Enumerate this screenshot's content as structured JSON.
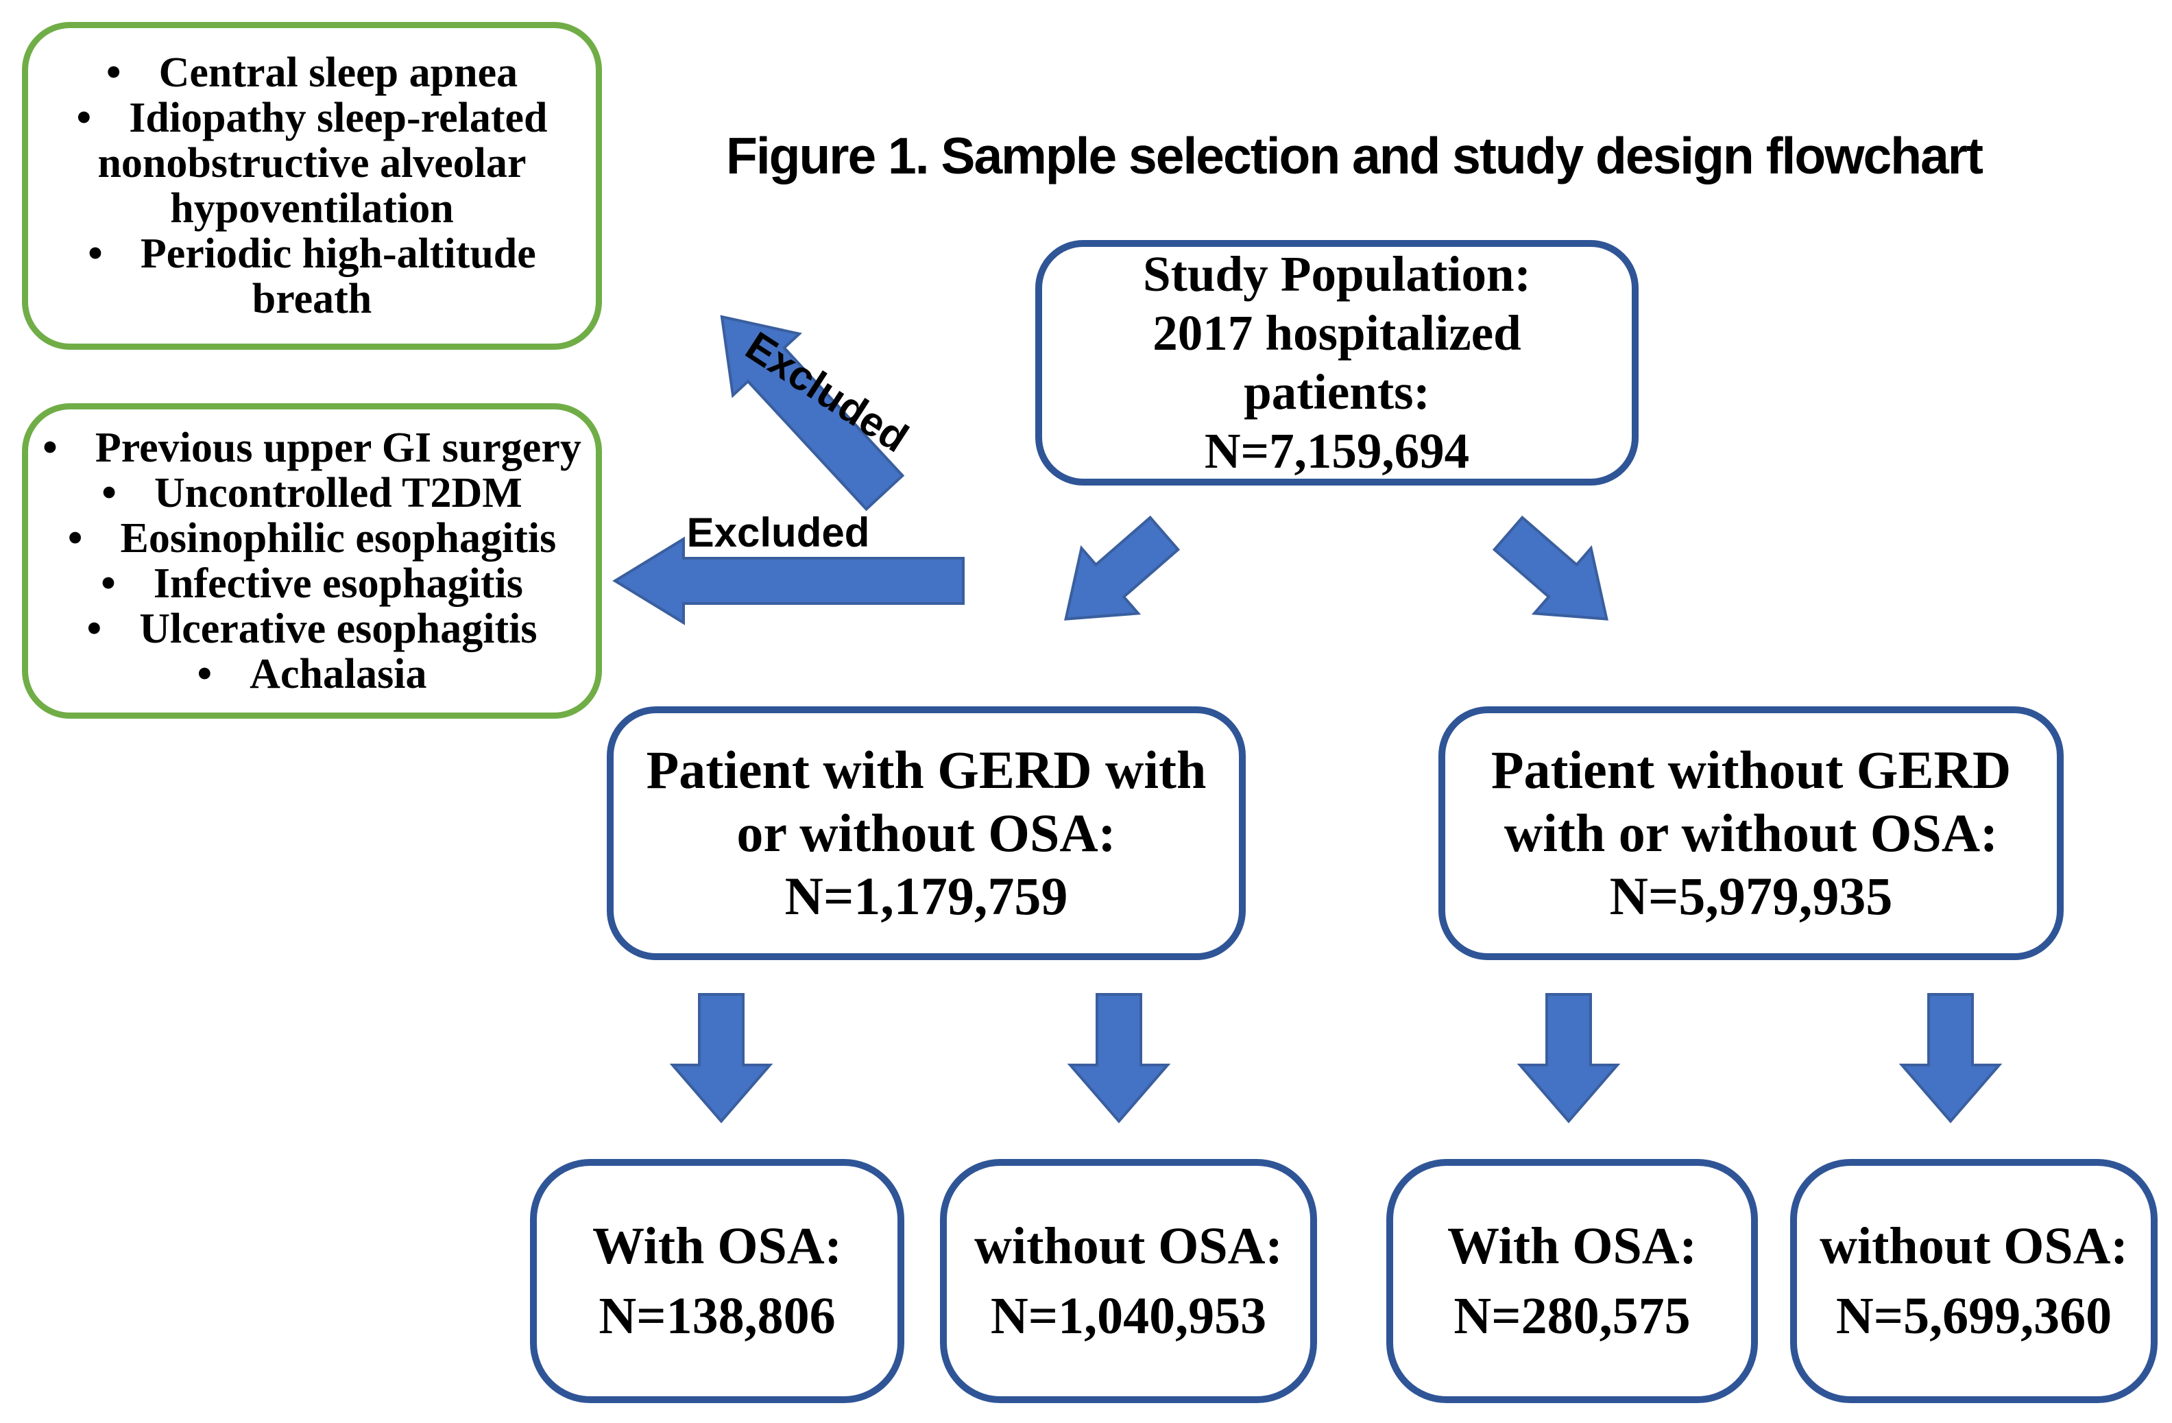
{
  "figure_title": "Figure 1. Sample selection and study design flowchart",
  "bullet_char": "•",
  "exclusion_box_top": {
    "lines": [
      "Central sleep apnea",
      "Idiopathy sleep-related",
      "nonobstructive alveolar",
      "hypoventilation",
      "Periodic high-altitude",
      "breath"
    ]
  },
  "exclusion_box_bottom": {
    "lines": [
      "Previous upper GI surgery",
      "Uncontrolled T2DM",
      "Eosinophilic esophagitis",
      "Infective esophagitis",
      "Ulcerative esophagitis",
      "Achalasia"
    ]
  },
  "excluded_label_diagonal": "Excluded",
  "excluded_label_horizontal": "Excluded",
  "boxes": {
    "study_population": {
      "lines": [
        "Study Population:",
        "2017 hospitalized",
        "patients:",
        "N=7,159,694"
      ]
    },
    "gerd": {
      "lines": [
        "Patient with GERD with",
        "or without OSA:",
        "N=1,179,759"
      ]
    },
    "no_gerd": {
      "lines": [
        "Patient without GERD",
        "with or without OSA:",
        "N=5,979,935"
      ]
    },
    "gerd_with_osa": {
      "lines": [
        "With OSA:",
        "N=138,806"
      ]
    },
    "gerd_without_osa": {
      "lines": [
        "without OSA:",
        "N=1,040,953"
      ]
    },
    "no_gerd_with_osa": {
      "lines": [
        "With OSA:",
        "N=280,575"
      ]
    },
    "no_gerd_without_osa": {
      "lines": [
        "without OSA:",
        "N=5,699,360"
      ]
    }
  },
  "colors": {
    "blue_border": "#2f5597",
    "green_border": "#70ad47",
    "arrow_fill": "#4472c4",
    "arrow_outline": "#3a5f9f",
    "text": "#000000",
    "background": "#ffffff"
  }
}
